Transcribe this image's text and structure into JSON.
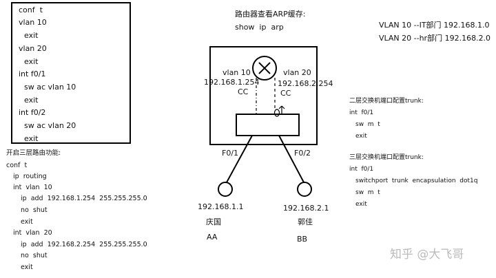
{
  "top_config": {
    "lines": [
      "conf  t",
      "vlan 10",
      "exit",
      "vlan 20",
      "exit",
      "int f0/1",
      "sw ac vlan 10",
      "exit",
      "int f0/2",
      "sw ac vlan 20",
      "exit"
    ]
  },
  "l3_section": {
    "title": "开启三层路由功能:",
    "lines": [
      "conf  t",
      "ip  routing",
      "int  vlan  10",
      "ip  add  192.168.1.254  255.255.255.0",
      "no  shut",
      "exit",
      "int  vlan  20",
      "ip  add  192.168.2.254  255.255.255.0",
      "no  shut",
      "exit"
    ]
  },
  "router": {
    "title": "路由器查看ARP缓存:",
    "command": "show  ip  arp"
  },
  "vlan_info": [
    "VLAN 10 --IT部门 192.168.1.0",
    "VLAN 20 --hr部门 192.168.2.0"
  ],
  "diagram": {
    "vlan10_label": "vlan 10",
    "vlan10_ip": "192.168.1.254",
    "vlan10_mac": "CC",
    "vlan20_label": "vlan 20",
    "vlan20_ip": "192.168.2.254",
    "vlan20_mac": "CC",
    "port1": "F0/1",
    "port2": "F0/2",
    "host_aa": {
      "ip": "192.168.1.1",
      "name": "庆国",
      "mac": "AA"
    },
    "host_bb": {
      "ip": "192.168.2.1",
      "name": "郭佳",
      "mac": "BB"
    }
  },
  "l2_trunk": {
    "title": "二层交换机端口配置trunk:",
    "lines": [
      "int  f0/1",
      "sw  m  t",
      "exit"
    ]
  },
  "l3_trunk": {
    "title": "三层交换机端口配置trunk:",
    "lines": [
      "int  f0/1",
      "switchport  trunk  encapsulation  dot1q",
      "sw  m  t",
      "exit"
    ]
  },
  "watermark": "知乎 @大飞哥"
}
